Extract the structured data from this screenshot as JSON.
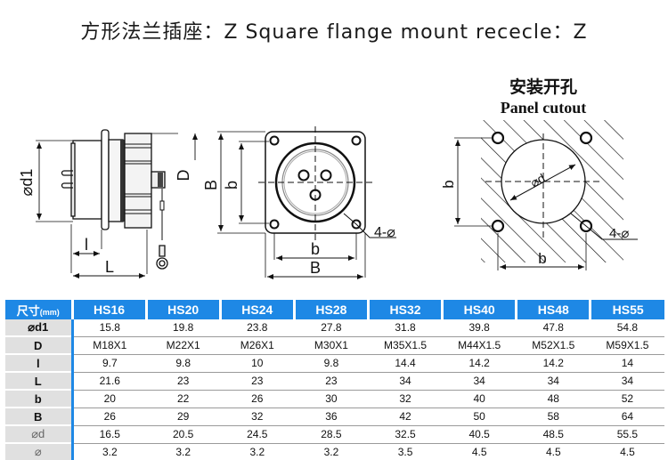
{
  "title": "方形法兰插座：Z Square flange mount rececle：Z",
  "drawings": {
    "side_view": {
      "labels": {
        "d1": "⌀d1",
        "D": "D",
        "l": "l",
        "L": "L"
      }
    },
    "front_view": {
      "labels": {
        "B_vertical": "B",
        "b_vertical": "b",
        "b_horizontal": "b",
        "B_horizontal": "B",
        "holes": "4-⌀"
      }
    },
    "panel_cutout": {
      "title_cn": "安装开孔",
      "title_en": "Panel cutout",
      "labels": {
        "b_vertical": "b",
        "d": "⌀d",
        "b_horizontal": "b",
        "holes": "4-⌀"
      }
    }
  },
  "table": {
    "header_label": "尺寸",
    "header_unit": "(mm)",
    "models": [
      "HS16",
      "HS20",
      "HS24",
      "HS28",
      "HS32",
      "HS40",
      "HS48",
      "HS55"
    ],
    "rows": [
      {
        "param": "⌀d1",
        "values": [
          "15.8",
          "19.8",
          "23.8",
          "27.8",
          "31.8",
          "39.8",
          "47.8",
          "54.8"
        ]
      },
      {
        "param": "D",
        "values": [
          "M18X1",
          "M22X1",
          "M26X1",
          "M30X1",
          "M35X1.5",
          "M44X1.5",
          "M52X1.5",
          "M59X1.5"
        ]
      },
      {
        "param": "l",
        "values": [
          "9.7",
          "9.8",
          "10",
          "9.8",
          "14.4",
          "14.2",
          "14.2",
          "14"
        ]
      },
      {
        "param": "L",
        "values": [
          "21.6",
          "23",
          "23",
          "23",
          "34",
          "34",
          "34",
          "34"
        ]
      },
      {
        "param": "b",
        "values": [
          "20",
          "22",
          "26",
          "30",
          "32",
          "40",
          "48",
          "52"
        ]
      },
      {
        "param": "B",
        "values": [
          "26",
          "29",
          "32",
          "36",
          "42",
          "50",
          "58",
          "64"
        ]
      },
      {
        "param": "⌀d",
        "values": [
          "16.5",
          "20.5",
          "24.5",
          "28.5",
          "32.5",
          "40.5",
          "48.5",
          "55.5"
        ]
      },
      {
        "param": "⌀",
        "values": [
          "3.2",
          "3.2",
          "3.2",
          "3.2",
          "3.5",
          "4.5",
          "4.5",
          "4.5"
        ]
      }
    ]
  },
  "colors": {
    "header_blue": "#1e88e5",
    "param_gray": "#e0e0e0"
  }
}
